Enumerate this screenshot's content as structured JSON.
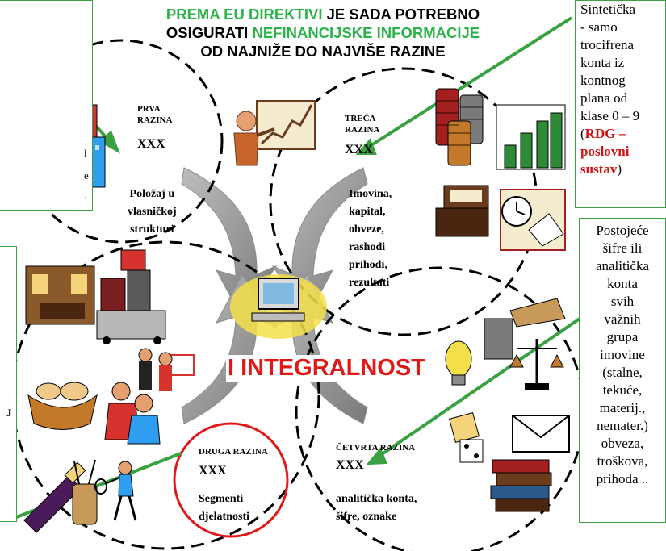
{
  "title": {
    "part1": "PREMA EU DIREKTIVI",
    "part2": " JE SADA POTREBNO",
    "part3": "OSIGURATI ",
    "part4": "NEFINANCIJSKE INFORMACIJE",
    "part5": "OD NAJNIŽE DO NAJVIŠE RAZINE"
  },
  "levels": {
    "first": {
      "label_line1": "PRVA",
      "label_line2": "RAZINA",
      "code": "XXX",
      "desc": [
        "Položaj u",
        "vlasničkoj",
        "strukturi"
      ]
    },
    "third": {
      "label_line1": "TREĆA",
      "label_line2": "RAZINA",
      "code": "XXX",
      "desc": [
        "Imovina,",
        "kapital,",
        "obveze,",
        "rashodi",
        "prihodi,",
        "rezultati"
      ]
    },
    "second": {
      "label": "DRUGA RAZINA",
      "code": "XXX",
      "desc": [
        "Segmenti",
        "djelatnosti"
      ]
    },
    "fourth": {
      "label": "ČETVRTA RAZINA",
      "code": "XXX",
      "desc": [
        "analitička konta,",
        "šifre, oznake"
      ]
    }
  },
  "center_text": "I INTEGRALNOST",
  "right_top_box": {
    "lines": [
      "Sintetička",
      "- samo",
      "trocifrena",
      "konta iz",
      "kontnog",
      "plana od",
      "klase 0 – 9"
    ],
    "highlight_open": "(",
    "highlight_lines": [
      "RDG –",
      "poslovni",
      "sustav"
    ],
    "highlight_close": ")"
  },
  "right_bottom_box": {
    "lines": [
      "Postojeće",
      "šifre ili",
      "analitička",
      "konta",
      "svih",
      "važnih",
      "grupa",
      "imovine",
      "(stalne,",
      "tekuće,",
      "materij.,",
      "nemater.)",
      "obveza,",
      "troškova,",
      "prihoda .."
    ]
  },
  "left_fragments": {
    "top_a": "l",
    "top_b": "e",
    "top_c": ".",
    "mid": "J"
  },
  "colors": {
    "green": "#2db34a",
    "red": "#e01818",
    "dark_red": "#cc1515",
    "box_border": "#3aa142"
  },
  "icons": [
    "buildings-icon",
    "presenter-chart-icon",
    "coins-icon",
    "bar-chart-icon",
    "typewriter-icon",
    "clock-book-icon",
    "hotel-lobby-icon",
    "luggage-cart-icon",
    "bread-basket-icon",
    "meeting-icon",
    "shopping-couple-icon",
    "champagne-icon",
    "golf-bag-icon",
    "tennis-player-icon",
    "computer-icon",
    "lightbulb-icon",
    "hand-stamp-icon",
    "scales-icon",
    "dice-icon",
    "envelope-icon",
    "books-icon"
  ]
}
